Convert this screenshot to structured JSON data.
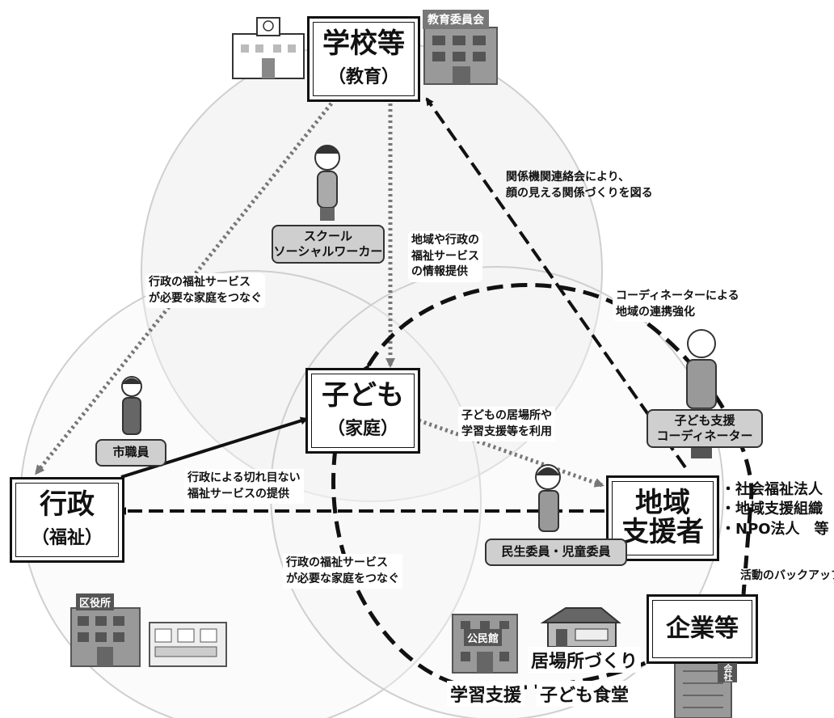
{
  "nodes": {
    "school": {
      "title": "学校等",
      "sub": "（教育）"
    },
    "child": {
      "title": "子ども",
      "sub": "（家庭）"
    },
    "admin": {
      "title": "行政",
      "sub": "（福祉）"
    },
    "community": {
      "title1": "地域",
      "title2": "支援者"
    },
    "company": {
      "title": "企業等"
    }
  },
  "roles": {
    "ssw": [
      "スクール",
      "ソーシャルワーカー"
    ],
    "city_staff": "市職員",
    "coordinator": [
      "子ども支援",
      "コーディネーター"
    ],
    "welfare_commissioner": "民生委員・児童委員"
  },
  "labels": {
    "liaison": [
      "関係機関連絡会により、",
      "顔の見える関係づくりを図る"
    ],
    "info": [
      "地域や行政の",
      "福祉サービス",
      "の情報提供"
    ],
    "connect_top": [
      "行政の福祉サービス",
      "が必要な家庭をつなぐ"
    ],
    "connect_bottom": [
      "行政の福祉サービス",
      "が必要な家庭をつなぐ"
    ],
    "coord_strength": [
      "コーディネーターによる",
      "地域の連携強化"
    ],
    "seamless": [
      "行政による切れ目ない",
      "福祉サービスの提供"
    ],
    "use": [
      "子どもの居場所や",
      "学習支援等を利用"
    ],
    "backup": "活動のバックアップ"
  },
  "community_members": [
    "・社会福祉法人",
    "・地域支援組織",
    "・NPO法人　等"
  ],
  "activities": {
    "study": "学習支援",
    "place": "居場所づくり",
    "cafeteria": "子ども食堂"
  },
  "signs": {
    "board": "教育委員会",
    "ward": "区役所",
    "hall": "公民館",
    "company": "会社"
  }
}
